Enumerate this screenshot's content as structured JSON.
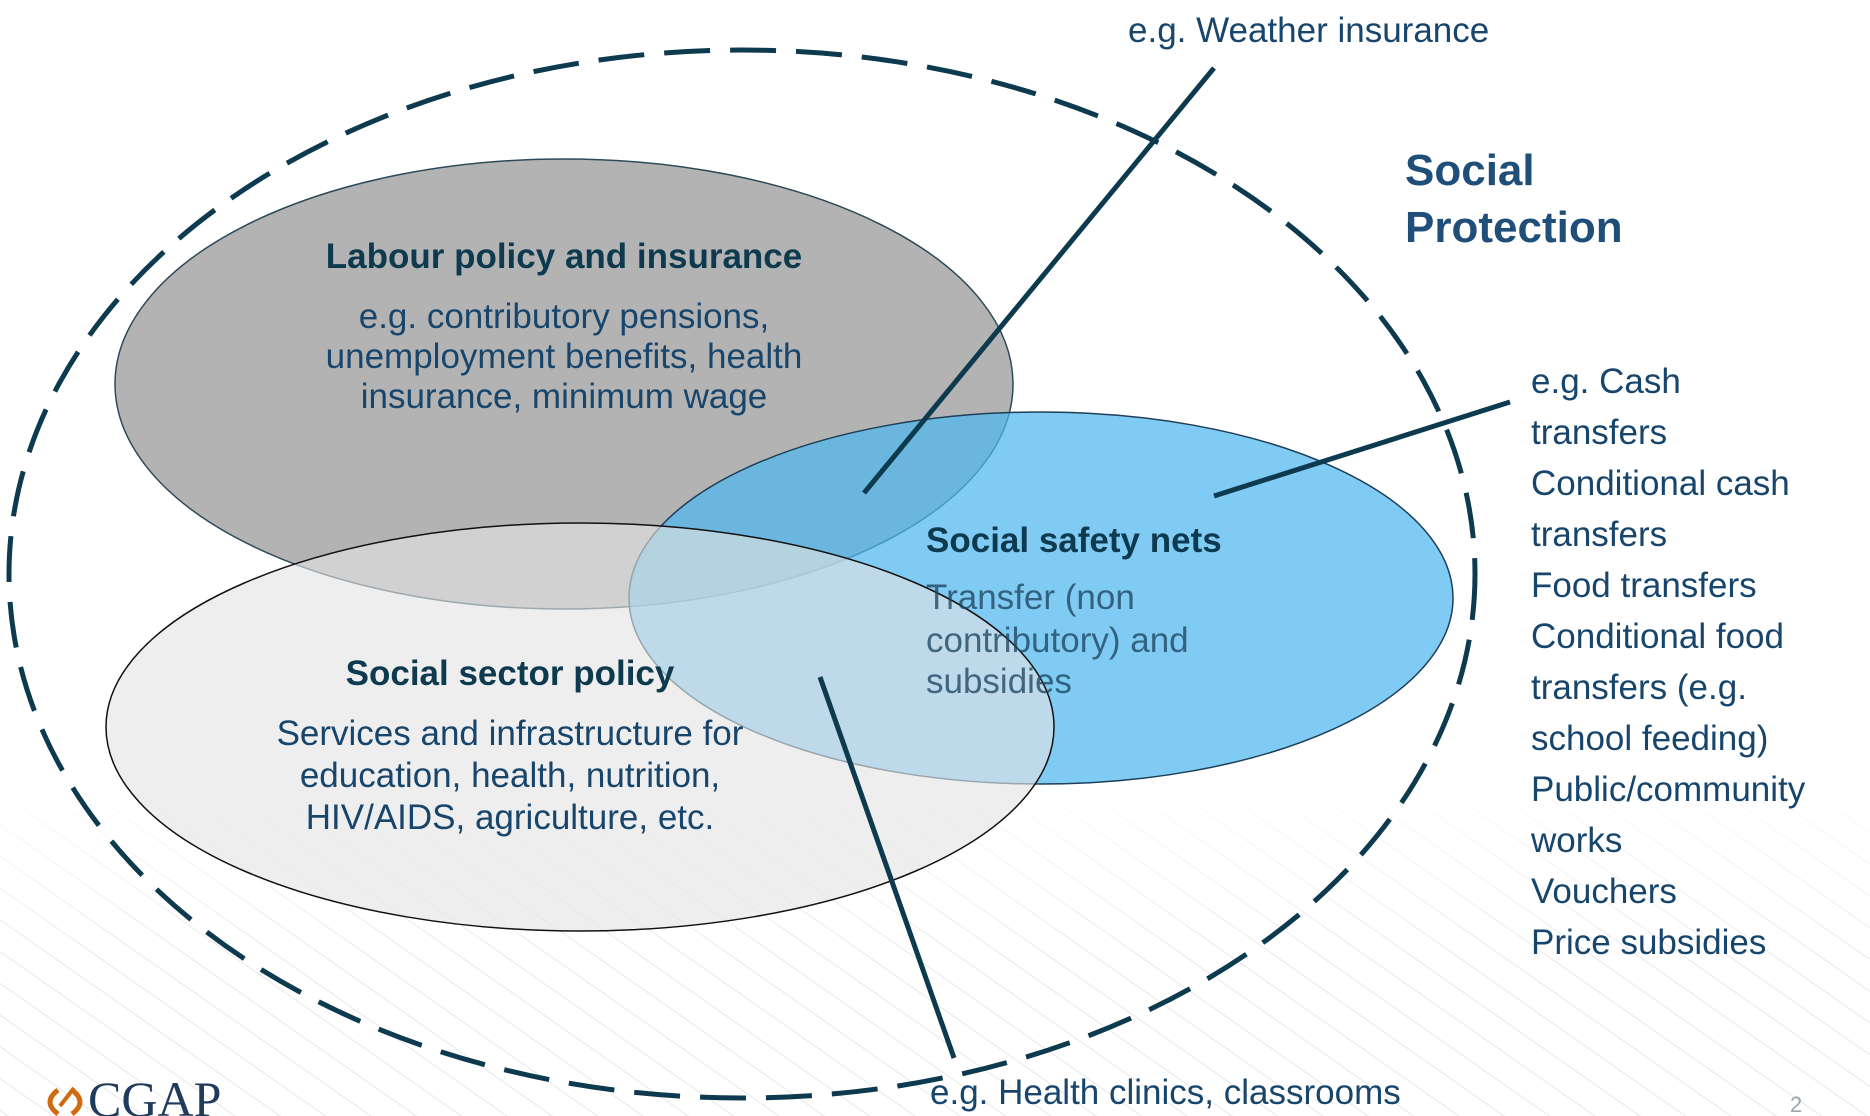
{
  "outer": {
    "title_line1": "Social",
    "title_line2": "Protection"
  },
  "labour": {
    "title": "Labour policy and insurance",
    "lines": [
      "e.g. contributory pensions,",
      "unemployment benefits, health",
      "insurance, minimum wage"
    ]
  },
  "sector": {
    "title": "Social sector policy",
    "lines": [
      "Services and infrastructure for",
      "education, health, nutrition,",
      "HIV/AIDS, agriculture, etc."
    ]
  },
  "safety": {
    "title": "Social safety nets",
    "lines": [
      "Transfer (non",
      "contributory) and",
      "subsidies"
    ]
  },
  "callouts": {
    "weather": "e.g. Weather insurance",
    "health": "e.g. Health clinics, classrooms",
    "cash_lines": [
      "e.g. Cash",
      "transfers",
      "Conditional cash",
      "transfers",
      "Food transfers",
      "Conditional food",
      "transfers (e.g.",
      "school feeding)",
      "Public/community",
      "works",
      "Vouchers",
      "Price subsidies"
    ]
  },
  "logo": {
    "text": "CGAP"
  },
  "page_number": "2",
  "colors": {
    "title": "#1f4e79",
    "heading": "#0d3a4f",
    "body": "#17456b",
    "labour_fill": "#b3b3b3",
    "sector_fill": "#e4e4e4",
    "safety_fill": "#4fb7ee",
    "line": "#0d3a4f",
    "logo": "#d06a12"
  }
}
